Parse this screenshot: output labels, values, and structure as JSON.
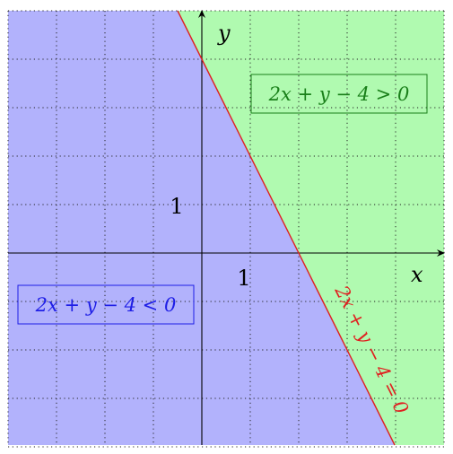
{
  "diagram": {
    "line_equation": "2x + y − 4 = 0",
    "region_above": "2x + y − 4 > 0",
    "region_below": "2x + y − 4 < 0",
    "x_axis_label": "x",
    "y_axis_label": "y",
    "x_tick_label": "1",
    "y_tick_label": "1",
    "line": {
      "a": 2,
      "b": 1,
      "c": -4
    },
    "x_range": [
      -4,
      5
    ],
    "y_range": [
      -4,
      5
    ],
    "grid": true,
    "colors": {
      "positive_region": "#b0fab0",
      "negative_region": "#b2b2fc",
      "boundary_line": "#e02020",
      "positive_label": "#1a801a",
      "negative_label": "#1e1ee6",
      "axis": "#000000",
      "grid": "#222222"
    }
  }
}
